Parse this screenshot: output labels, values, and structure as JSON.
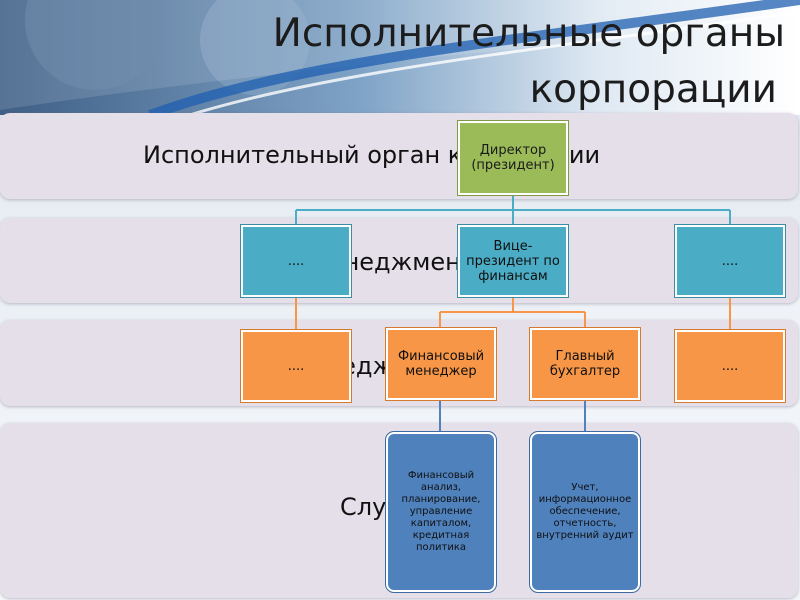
{
  "slide": {
    "title_line1": "Исполнительные органы",
    "title_line2": "корпорации"
  },
  "bands": [
    {
      "label": "Исполнительный орган корпорации"
    },
    {
      "label": "Топ-менеджмент"
    },
    {
      "label": "Менеджмент"
    },
    {
      "label": "Службы"
    }
  ],
  "boxes": {
    "director": "Директор (президент)",
    "vp_left": "....",
    "vp_finance": "Вице-президент по финансам",
    "vp_right": "....",
    "mgr_left": "....",
    "fin_manager": "Финансовый менеджер",
    "chief_accountant": "Главный бухгалтер",
    "mgr_right": "....",
    "service_finance": "Финансовый анализ, планирование, управление капиталом, кредитная политика",
    "service_accounting": "Учет, информационное обеспечение, отчетность, внутренний аудит"
  },
  "colors": {
    "director": "#9bbb59",
    "top": "#4bacc6",
    "middle": "#f79646",
    "services": "#4f81bd",
    "band": "#e4dfe8",
    "connector": "#4bacc6"
  }
}
